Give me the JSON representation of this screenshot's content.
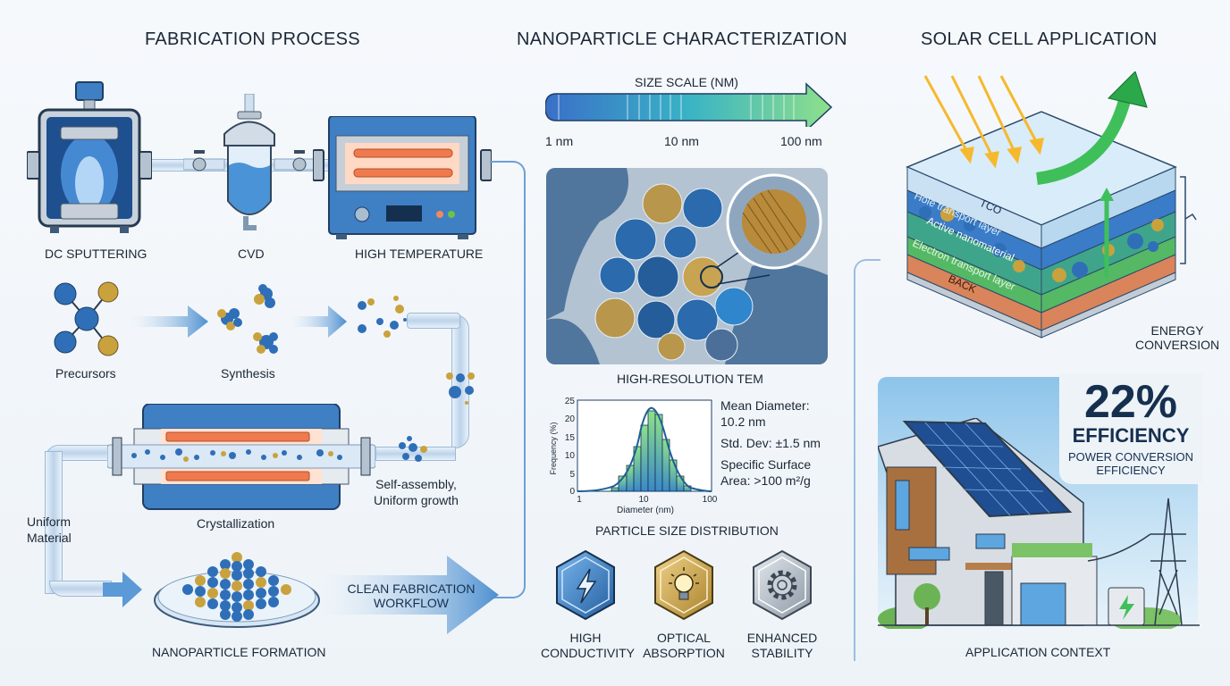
{
  "sections": {
    "fabrication": {
      "title": "FABRICATION PROCESS",
      "equipment": [
        {
          "label": "DC SPUTTERING",
          "icon": "sputter-chamber-icon"
        },
        {
          "label": "CVD",
          "icon": "cvd-reactor-icon"
        },
        {
          "label": "HIGH TEMPERATURE",
          "icon": "furnace-icon"
        }
      ],
      "steps": [
        {
          "label": "Precursors"
        },
        {
          "label": "Synthesis"
        }
      ],
      "self_assembly_label_1": "Self-assembly,",
      "self_assembly_label_2": "Uniform growth",
      "crystallization_label": "Crystallization",
      "uniform_material_1": "Uniform",
      "uniform_material_2": "Material",
      "formation_label": "NANOPARTICLE FORMATION",
      "workflow_arrow_1": "CLEAN FABRICATION",
      "workflow_arrow_2": "WORKFLOW"
    },
    "characterization": {
      "title": "NANOPARTICLE CHARACTERIZATION",
      "size_scale": {
        "title": "SIZE SCALE (NM)",
        "ticks": [
          "1 nm",
          "10 nm",
          "100 nm"
        ]
      },
      "tem_label": "HIGH-RESOLUTION TEM",
      "stats": {
        "mean_1": "Mean Diameter:",
        "mean_2": "10.2 nm",
        "std": "Std. Dev: ±1.5 nm",
        "ssa_1": "Specific Surface",
        "ssa_2": "Area: >100 m²/g"
      },
      "distribution_label": "PARTICLE SIZE DISTRIBUTION",
      "properties": [
        {
          "line1": "HIGH",
          "line2": "CONDUCTIVITY",
          "icon": "lightning-bolt-icon",
          "color": "#2f6fb8"
        },
        {
          "line1": "OPTICAL",
          "line2": "ABSORPTION",
          "icon": "light-bulb-icon",
          "color": "#c9a23e"
        },
        {
          "line1": "ENHANCED",
          "line2": "STABILITY",
          "icon": "gear-icon",
          "color": "#9aa6b2"
        }
      ]
    },
    "solar": {
      "title": "SOLAR CELL APPLICATION",
      "layers": [
        "TCO",
        "Hole transport layer",
        "Active nanomaterial",
        "Electron transport layer",
        "BACK"
      ],
      "energy_1": "ENERGY",
      "energy_2": "CONVERSION",
      "efficiency_value": "22%",
      "efficiency_label": "EFFICIENCY",
      "pce_1": "POWER CONVERSION",
      "pce_2": "EFFICIENCY",
      "context_label": "APPLICATION CONTEXT"
    }
  },
  "colors": {
    "accent_blue": "#2f6fb8",
    "gold": "#c9a23e",
    "green": "#3fbf5a",
    "dark_navy": "#15304f",
    "furnace_orange": "#f08a5d"
  },
  "chart_data": {
    "type": "bar",
    "title": "PARTICLE SIZE DISTRIBUTION",
    "xlabel": "Diameter (nm)",
    "ylabel": "Frequency (%)",
    "x_scale": "log",
    "xlim": [
      1,
      100
    ],
    "ylim": [
      0,
      25
    ],
    "x_ticks": [
      "1",
      "10",
      "100"
    ],
    "y_ticks": [
      0,
      5,
      10,
      15,
      20,
      25
    ],
    "categories": [
      "3.2",
      "4",
      "5",
      "6.3",
      "8",
      "10",
      "12.6",
      "16",
      "20",
      "25",
      "32"
    ],
    "values": [
      1,
      4,
      7,
      12,
      18,
      22,
      21,
      14,
      8.5,
      4,
      1.5
    ],
    "fit_curve": "lognormal, peak ≈ 22.5% at 10 nm",
    "annotations": [
      "Mean Diameter: 10.2 nm",
      "Std. Dev: ±1.5 nm",
      "Specific Surface Area: >100 m²/g"
    ]
  }
}
